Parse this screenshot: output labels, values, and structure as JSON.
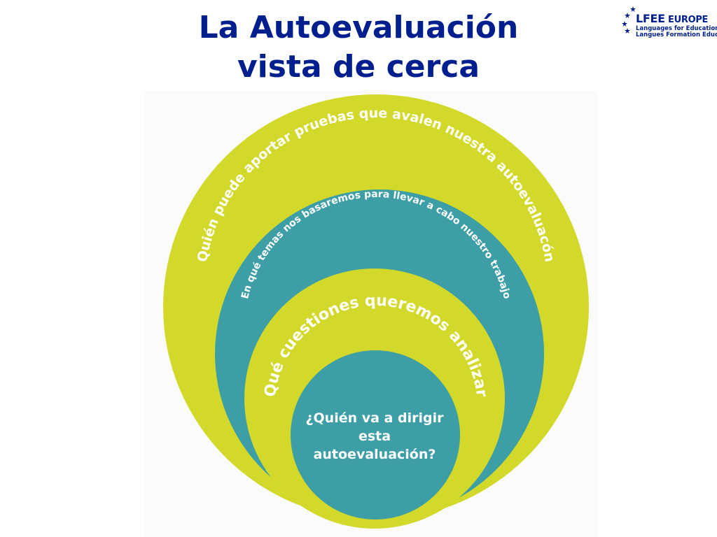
{
  "slide": {
    "title_line1": "La Autoevaluación",
    "title_line2": "vista de cerca"
  },
  "logo": {
    "name_main": "LFEE",
    "name_rest": "EUROPE",
    "subtitle1": "Languages for Education",
    "subtitle2": "Langues Formation Education"
  },
  "diagram": {
    "ring1": "Quién puede aportar pruebas que avalen nuestra autoevaluacón",
    "ring2": "En qué temas nos basaremos para llevar a cabo nuestro trabajo",
    "ring3": "Qué cuestiones queremos analizar",
    "center_line1": "¿Quién va a dirigir",
    "center_line2": "esta",
    "center_line3": "autoevaluación?",
    "colors": {
      "yellow": "#d2d92b",
      "teal": "#3d9ea6"
    }
  }
}
